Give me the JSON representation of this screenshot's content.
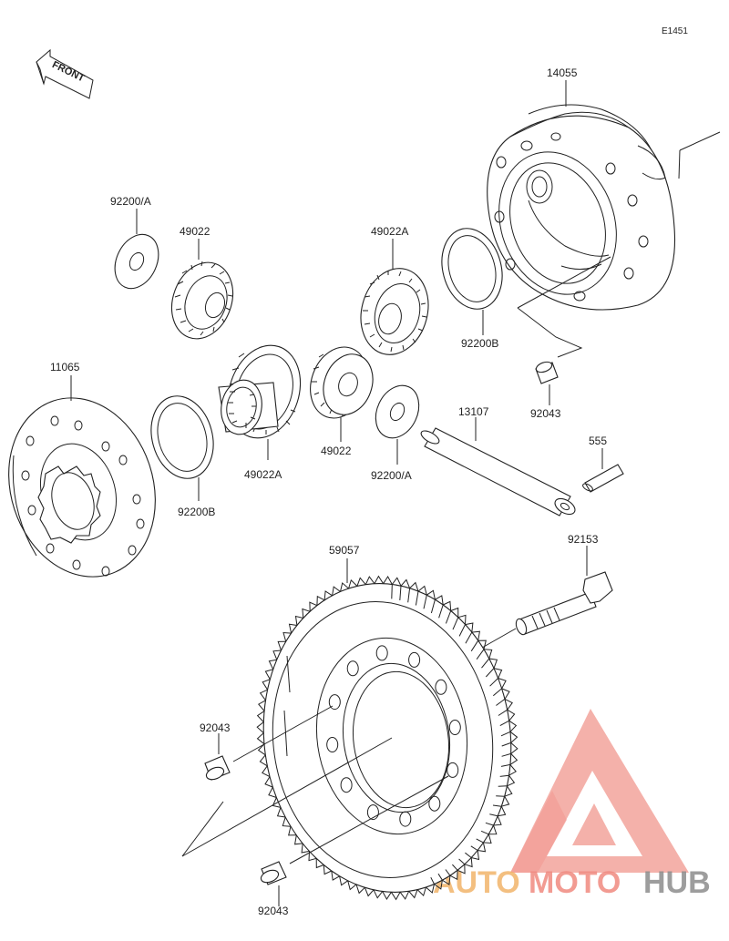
{
  "diagram_code": "E1451",
  "front_label": "FRONT",
  "parts": {
    "case": "14055",
    "washer_a_top": "92200/A",
    "pinion_left": "49022",
    "pinion_right_top": "49022A",
    "shim_right": "92200B",
    "pin_right": "92043",
    "cover": "11065",
    "shim_left": "92200B",
    "side_gear": "49022A",
    "pinion_mid": "49022",
    "washer_a_mid": "92200/A",
    "shaft": "13107",
    "small_pin": "555",
    "ring_gear": "59057",
    "bolt": "92153",
    "dowel_left": "92043",
    "dowel_bottom": "92043"
  },
  "watermark": {
    "brand_left": "AUTO",
    "brand_mid": "MOTO",
    "brand_right": "HUB"
  },
  "colors": {
    "logo_red": "#f08a80",
    "logo_orange": "#f2b46a",
    "logo_gray": "#8c8c8c",
    "line": "#222222"
  }
}
